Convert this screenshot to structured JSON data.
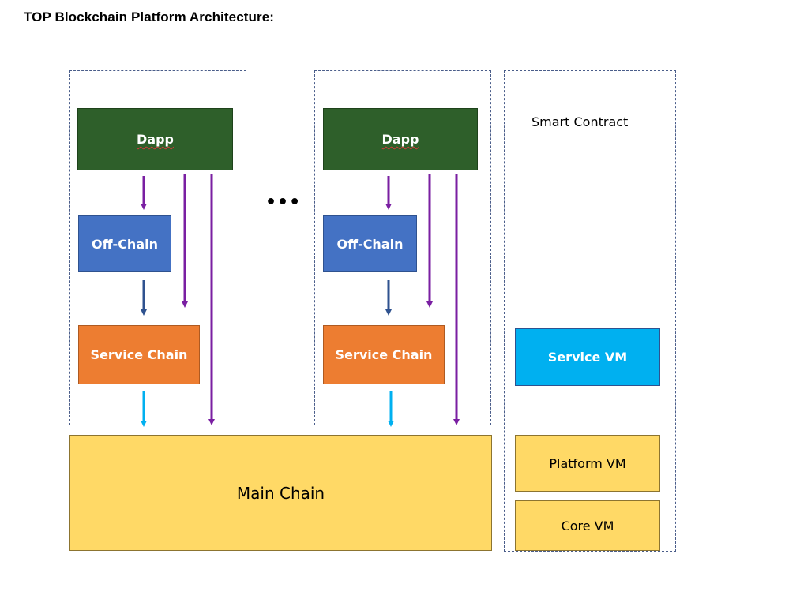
{
  "title": "TOP Blockchain Platform Architecture:",
  "ellipsis": "•••",
  "left_column": {
    "dapp": "Dapp",
    "off_chain": "Off-Chain",
    "service_chain": "Service Chain"
  },
  "right_column": {
    "dapp": "Dapp",
    "off_chain": "Off-Chain",
    "service_chain": "Service Chain"
  },
  "main_chain": "Main Chain",
  "smart_contract": {
    "label": "Smart Contract",
    "service_vm": "Service VM",
    "platform_vm": "Platform VM",
    "core_vm": "Core VM"
  },
  "colors": {
    "dapp": "#2e5f2a",
    "off_chain": "#4472c4",
    "service_chain": "#ed7d31",
    "main_chain": "#ffd966",
    "service_vm": "#00b0f0",
    "arrow_purple": "#7a1fa2",
    "arrow_blue": "#2f528f",
    "arrow_cyan": "#00b0f0"
  }
}
